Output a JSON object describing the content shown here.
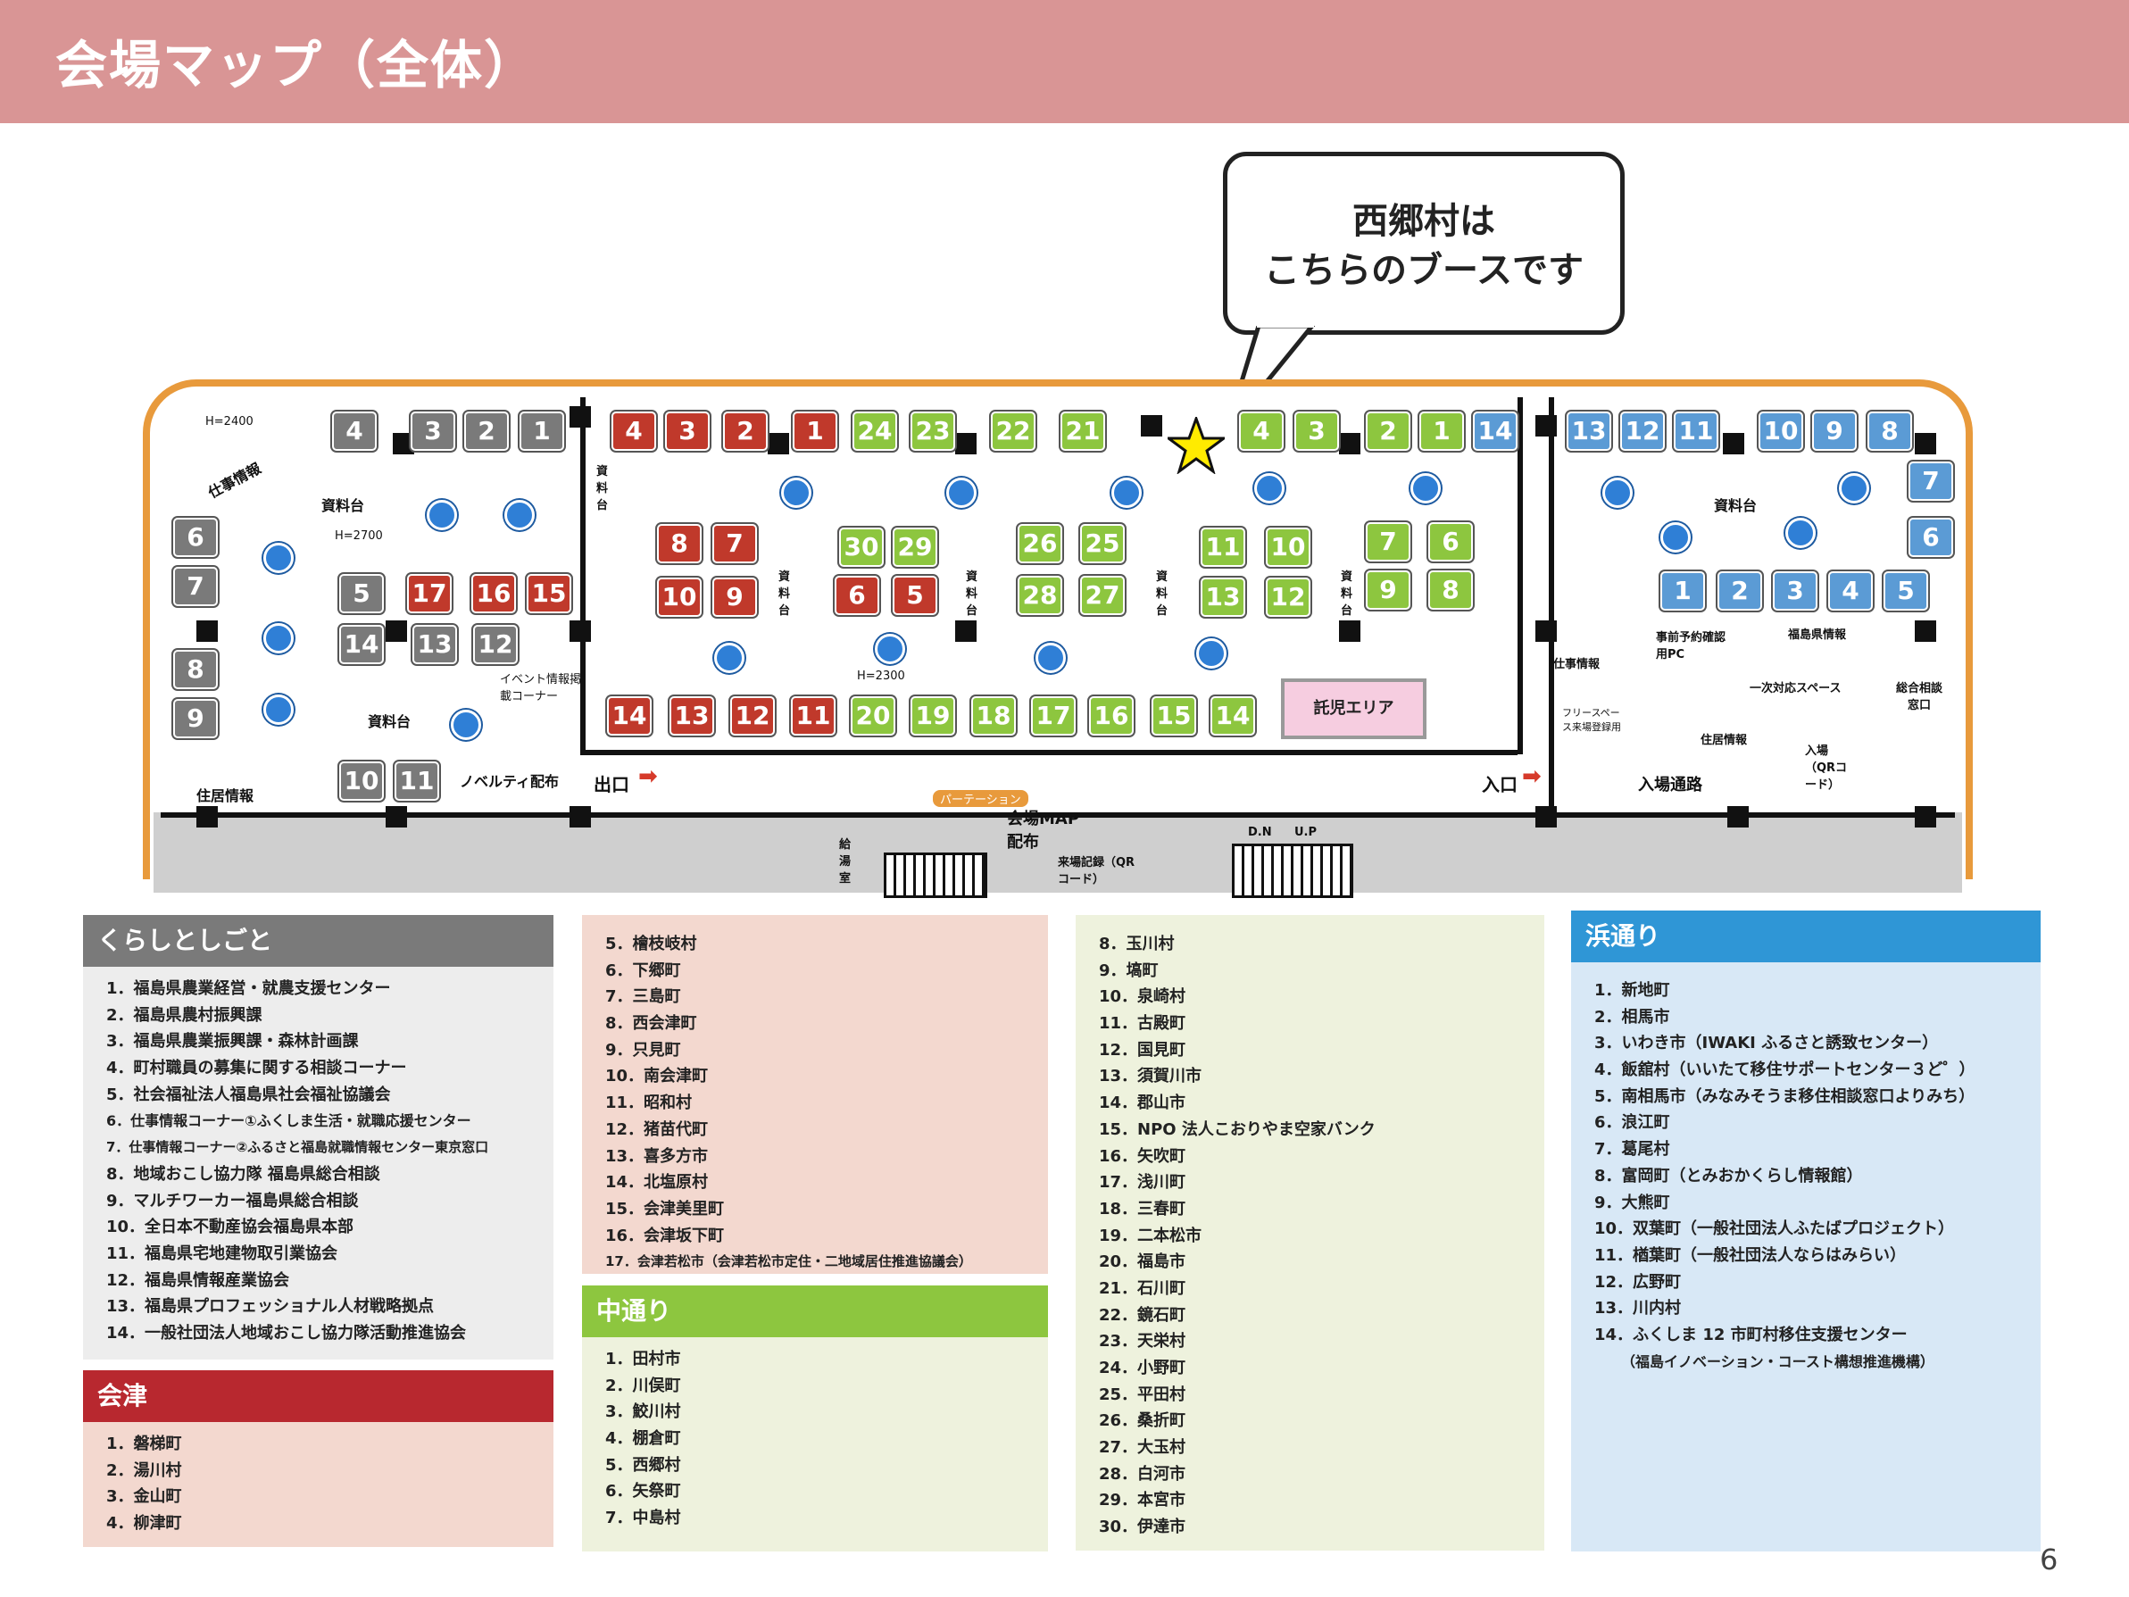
{
  "title": "会場マップ（全体）",
  "bubble": {
    "line1": "西郷村は",
    "line2": "こちらのブースです"
  },
  "map": {
    "labels": {
      "shigoto1": "仕事情報",
      "shiryo1": "資料台",
      "h2400": "H=2400",
      "h2700": "H=2700",
      "h2300": "H=2300",
      "event": "イベント情報掲載コーナー",
      "shiryo2": "資料台",
      "novelty": "ノベルティ配布",
      "jukyo1": "住居情報",
      "deguchi": "出口",
      "iriguchi": "入口",
      "takuji": "託児エリア",
      "partition": "パーテーション",
      "map_haifu": "会場MAP配布",
      "raijo": "来場記録（QRコード）",
      "kyuto": "給湯室",
      "dn": "D.N",
      "up": "U.P",
      "shigoto2": "仕事情報",
      "free": "フリースペース来場登録用",
      "jizen": "事前予約確認用PC",
      "fkjoho": "福島県情報",
      "ichiji": "一次対応スペース",
      "sogo": "総合相談窓口",
      "jukyo2": "住居情報",
      "nyujo": "入場（QRコード）",
      "nyujotsuro": "入場通路",
      "shiryo3": "資料台",
      "shiryo_v1": "資料台",
      "shiryo_v2": "資料台",
      "shiryo_v3": "資料台",
      "shiryo_v4": "資料台",
      "shiryo_v5": "資料台"
    },
    "booths": {
      "g_top": [
        "4",
        "3",
        "2",
        "1"
      ],
      "g_left": [
        "6",
        "7",
        "8",
        "9"
      ],
      "g_mid": [
        "5"
      ],
      "g_mid2": [
        "14",
        "13",
        "12"
      ],
      "g_bot": [
        "10",
        "11"
      ],
      "r_top": [
        "4",
        "3",
        "2",
        "1"
      ],
      "r_mid_a": [
        "17",
        "16",
        "15"
      ],
      "r_isl1": [
        "8",
        "7",
        "10",
        "9"
      ],
      "r_isl2": [
        "6",
        "5"
      ],
      "r_bot": [
        "14",
        "13",
        "12",
        "11"
      ],
      "gr_top": [
        "24",
        "23",
        "22",
        "21"
      ],
      "gr_isl": [
        "30",
        "29",
        "26",
        "25",
        "28",
        "27"
      ],
      "gr_isl2": [
        "11",
        "10",
        "13",
        "12",
        "7",
        "6",
        "9",
        "8"
      ],
      "gr_bot": [
        "20",
        "19",
        "18",
        "17",
        "16",
        "15",
        "14"
      ],
      "gr_top2": [
        "4",
        "3",
        "2",
        "1"
      ],
      "b_top": [
        "14",
        "13",
        "12",
        "11",
        "10",
        "9",
        "8"
      ],
      "b_right": [
        "7",
        "6"
      ],
      "b_mid": [
        "1",
        "2",
        "3",
        "4",
        "5"
      ]
    }
  },
  "legend": {
    "kurashi": {
      "title": "くらしとしごと",
      "items": [
        "1．福島県農業経営・就農支援センター",
        "2．福島県農村振興課",
        "3．福島県農業振興課・森林計画課",
        "4．町村職員の募集に関する相談コーナー",
        "5．社会福祉法人福島県社会福祉協議会",
        "6．仕事情報コーナー①ふくしま生活・就職応援センター",
        "7．仕事情報コーナー②ふるさと福島就職情報センター東京窓口",
        "8．地域おこし協力隊 福島県総合相談",
        "9．マルチワーカー福島県総合相談",
        "10．全日本不動産協会福島県本部",
        "11．福島県宅地建物取引業協会",
        "12．福島県情報産業協会",
        "13．福島県プロフェッショナル人材戦略拠点",
        "14．一般社団法人地域おこし協力隊活動推進協会"
      ]
    },
    "aizu": {
      "title": "会津",
      "items": [
        "1．磐梯町",
        "2．湯川村",
        "3．金山町",
        "4．柳津町"
      ],
      "items2": [
        "5．檜枝岐村",
        "6．下郷町",
        "7．三島町",
        "8．西会津町",
        "9．只見町",
        "10．南会津町",
        "11．昭和村",
        "12．猪苗代町",
        "13．喜多方市",
        "14．北塩原村",
        "15．会津美里町",
        "16．会津坂下町",
        "17．会津若松市（会津若松市定住・二地域居住推進協議会）"
      ]
    },
    "naka": {
      "title": "中通り",
      "items": [
        "1．田村市",
        "2．川俣町",
        "3．鮫川村",
        "4．棚倉町",
        "5．西郷村",
        "6．矢祭町",
        "7．中島村"
      ],
      "items2": [
        "8．玉川村",
        "9．塙町",
        "10．泉崎村",
        "11．古殿町",
        "12．国見町",
        "13．須賀川市",
        "14．郡山市",
        "15．NPO 法人こおりやま空家バンク",
        "16．矢吹町",
        "17．浅川町",
        "18．三春町",
        "19．二本松市",
        "20．福島市",
        "21．石川町",
        "22．鏡石町",
        "23．天栄村",
        "24．小野町",
        "25．平田村",
        "26．桑折町",
        "27．大玉村",
        "28．白河市",
        "29．本宮市",
        "30．伊達市"
      ]
    },
    "hama": {
      "title": "浜通り",
      "items": [
        "1．新地町",
        "2．相馬市",
        "3．いわき市（IWAKI ふるさと誘致センター）",
        "4．飯舘村（いいたて移住サポートセンター３ど゜）",
        "5．南相馬市（みなみそうま移住相談窓口よりみち）",
        "6．浪江町",
        "7．葛尾村",
        "8．富岡町（とみおかくらし情報館）",
        "9．大熊町",
        "10．双葉町（一般社団法人ふたばプロジェクト）",
        "11．楢葉町（一般社団法人ならはみらい）",
        "12．広野町",
        "13．川内村",
        "14．ふくしま 12 市町村移住支援センター",
        "（福島イノベーション・コースト構想推進機構）"
      ]
    }
  },
  "page_number": "6",
  "colors": {
    "title_bar": "#d99595",
    "kurashi": "#7a7a7a",
    "aizu": "#b8282f",
    "naka": "#8dc63f",
    "hama": "#2f96d6",
    "star": "#ffeb00"
  }
}
